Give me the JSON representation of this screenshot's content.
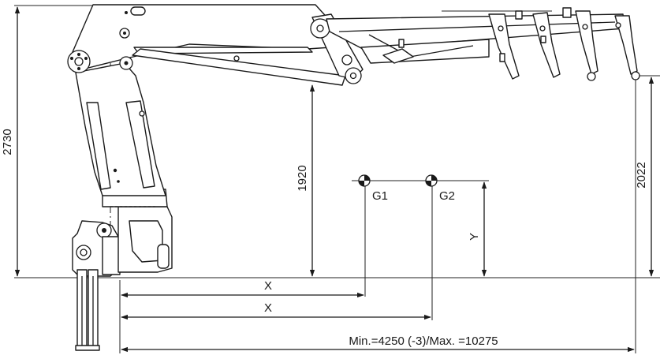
{
  "dimensions": {
    "total_height": "2730",
    "boom_pivot_height": "1920",
    "tip_height": "2022",
    "x_label_1": "X",
    "x_label_2": "X",
    "y_label": "Y",
    "reach": "Min.=4250 (-3)/Max. =10275"
  },
  "loads": {
    "g1": "G1",
    "g2": "G2"
  }
}
